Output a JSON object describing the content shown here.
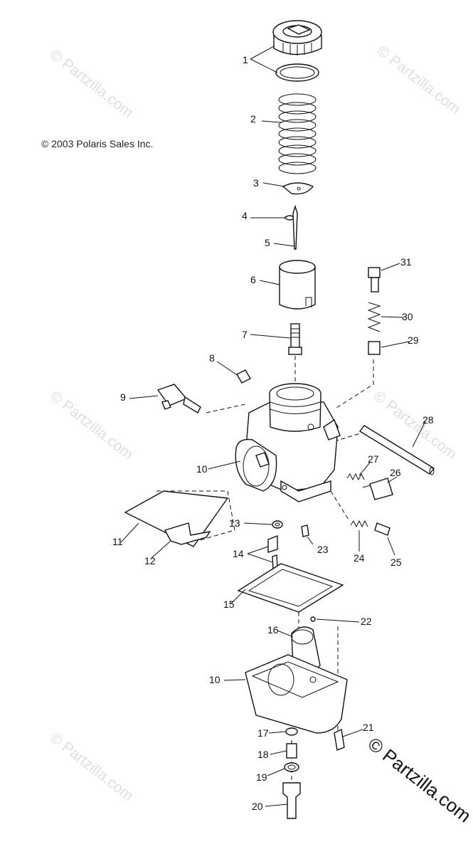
{
  "copyright": "© 2003 Polaris Sales Inc.",
  "watermark": "© Partzilla.com",
  "callouts": [
    "1",
    "2",
    "3",
    "4",
    "5",
    "6",
    "7",
    "8",
    "9",
    "10",
    "10",
    "11",
    "12",
    "13",
    "14",
    "15",
    "16",
    "17",
    "18",
    "19",
    "20",
    "21",
    "22",
    "23",
    "24",
    "25",
    "26",
    "27",
    "28",
    "29",
    "30",
    "31"
  ]
}
